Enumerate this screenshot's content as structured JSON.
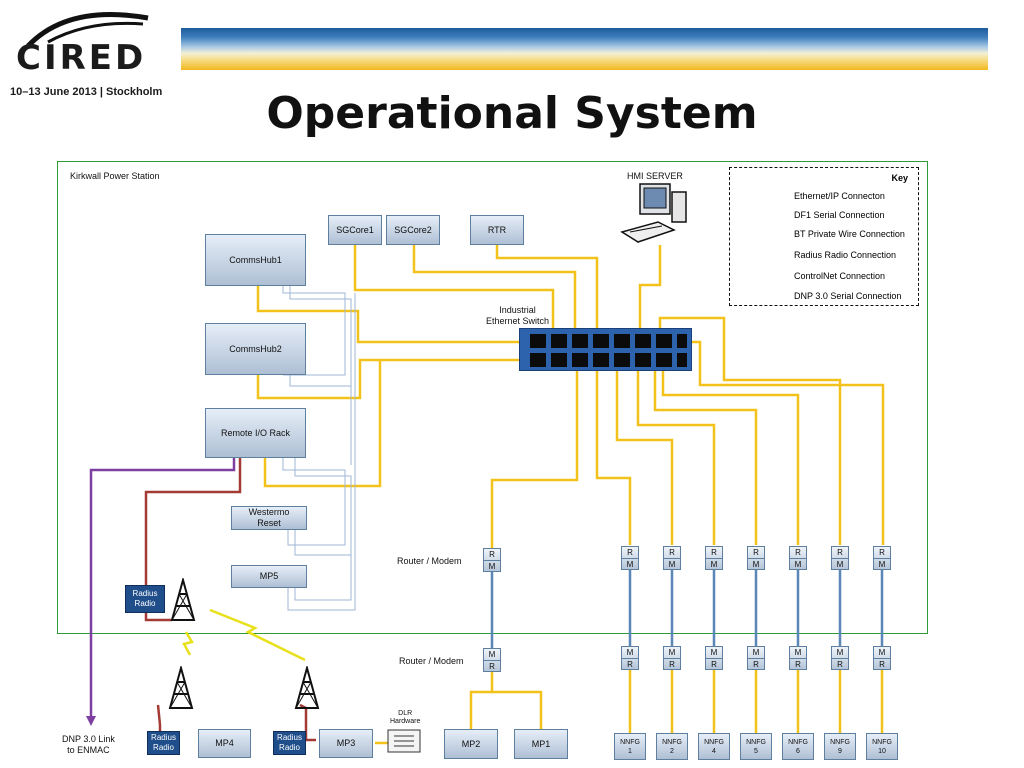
{
  "header": {
    "logo_text": "CIRED",
    "event_line": "10–13 June 2013 | Stockholm",
    "title": "Operational System"
  },
  "station": {
    "label": "Kirkwall Power Station"
  },
  "nodes": {
    "sgcore1": "SGCore1",
    "sgcore2": "SGCore2",
    "rtr": "RTR",
    "hmi_server": "HMI SERVER",
    "commshub1": "CommsHub1",
    "commshub2": "CommsHub2",
    "remote_io": "Remote I/O Rack",
    "westermo": "Westermo\nReset",
    "mp5": "MP5",
    "switch_label": "Industrial\nEthernet Switch",
    "radius_radio_station": "Radius\nRadio",
    "router_modem_upper": "Router / Modem",
    "router_modem_lower": "Router / Modem",
    "r": "R",
    "m": "M",
    "dnp_link": "DNP 3.0 Link\nto ENMAC",
    "radius_radio_mp4": "Radius\nRadio",
    "mp4": "MP4",
    "radius_radio_mp3": "Radius\nRadio",
    "mp3": "MP3",
    "dlr": "DLR\nHardware",
    "mp2": "MP2",
    "mp1": "MP1",
    "nnfg": [
      "NNFG\n1",
      "NNFG\n2",
      "NNFG\n4",
      "NNFG\n5",
      "NNFG\n6",
      "NNFG\n9",
      "NNFG\n10"
    ]
  },
  "key": {
    "title": "Key",
    "items": [
      {
        "label": "Ethernet/IP Connecton",
        "color": "#f2c21b"
      },
      {
        "label": "DF1 Serial Connection",
        "color": "#a33a33"
      },
      {
        "label": "BT Private Wire Connection",
        "color": "#5b86b8"
      },
      {
        "label": "Radius Radio Connection",
        "color": "#e8e01a"
      },
      {
        "label": "ControlNet Connection",
        "color": "#3f6fb5"
      },
      {
        "label": "DNP 3.0 Serial Connection",
        "color": "#7d3fa0"
      }
    ]
  },
  "colors": {
    "ethernet": "#f2c21b",
    "df1": "#a33a33",
    "bt": "#5b86b8",
    "controlnet": "#9fb6d6",
    "dnp": "#7d3fa0",
    "station_border": "#2f9a3a",
    "switch": "#2d62ad"
  },
  "icons": [
    "hmi-server-icon",
    "radio-tower-icon",
    "lightning-icon",
    "dlr-hardware-icon",
    "cired-logo-icon"
  ]
}
